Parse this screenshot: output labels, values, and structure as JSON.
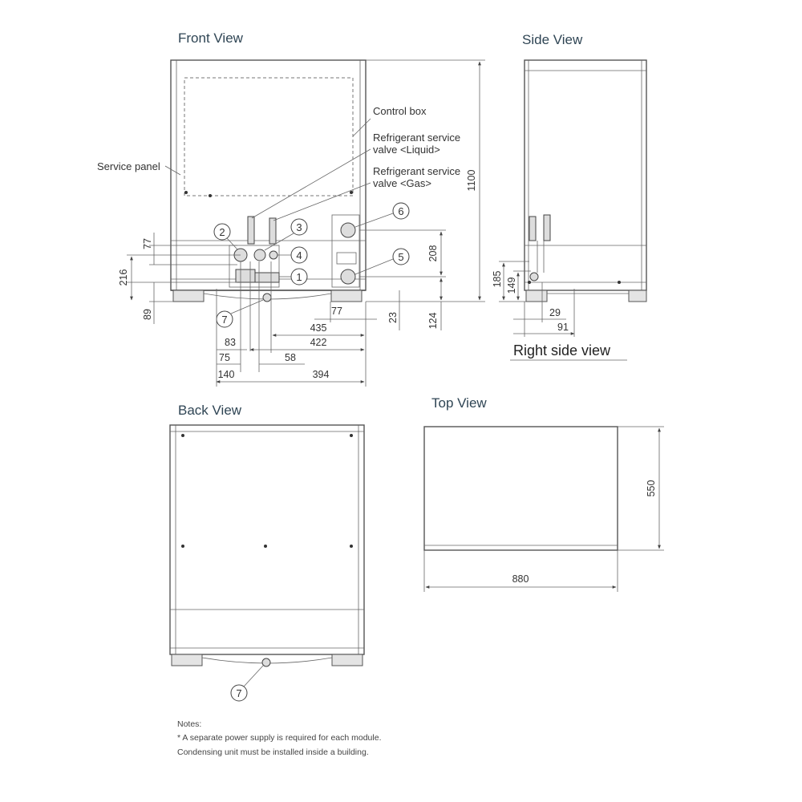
{
  "views": {
    "front": "Front View",
    "side": "Side View",
    "back": "Back View",
    "top": "Top View",
    "right_side": "Right side view"
  },
  "labels": {
    "control_box": "Control box",
    "liquid_valve_1": "Refrigerant service",
    "liquid_valve_2": "valve <Liquid>",
    "gas_valve_1": "Refrigerant service",
    "gas_valve_2": "valve <Gas>",
    "service_panel": "Service panel"
  },
  "callouts": {
    "c1": "1",
    "c2": "2",
    "c3": "3",
    "c4": "4",
    "c5": "5",
    "c6": "6",
    "c7": "7",
    "c7b": "7"
  },
  "dimensions": {
    "d1100": "1100",
    "d77a": "77",
    "d216": "216",
    "d89": "89",
    "d208": "208",
    "d124": "124",
    "d77b": "77",
    "d23": "23",
    "d435": "435",
    "d422": "422",
    "d83": "83",
    "d58": "58",
    "d75": "75",
    "d140": "140",
    "d394": "394",
    "d185": "185",
    "d149": "149",
    "d29": "29",
    "d91": "91",
    "d550": "550",
    "d880": "880"
  },
  "notes": {
    "heading": "Notes:",
    "line1": "* A separate power supply is required for each module.",
    "line2": "Condensing unit must be installed inside a building."
  }
}
